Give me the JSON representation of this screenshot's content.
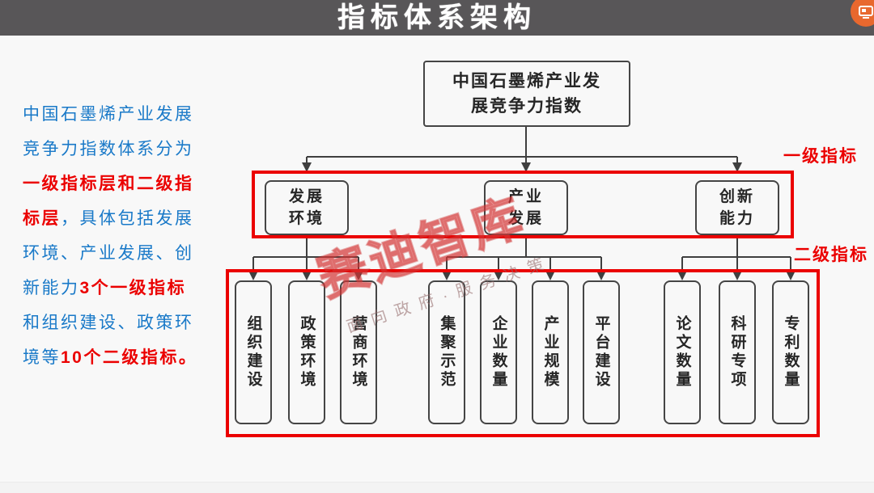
{
  "header": {
    "title": "指标体系架构",
    "logo_icon": "saidi-monitor-icon"
  },
  "colors": {
    "title_bar": "#585658",
    "background": "#f8f8f8",
    "accent_red": "#eb0000",
    "text_blue": "#1979c8",
    "box_border": "#454545",
    "logo_orange": "#e8682e"
  },
  "sidebar_text": {
    "segments": [
      {
        "text": "中国石墨烯产业发展竞争力指数体系分为",
        "emphasis": "blue"
      },
      {
        "text": "一级指标层和二级指标层",
        "emphasis": "red-bold"
      },
      {
        "text": "，具体包括发展环境、产业发展、创新能力",
        "emphasis": "blue"
      },
      {
        "text": "3个一级指标",
        "emphasis": "red-bold"
      },
      {
        "text": "和组织建设、政策环境等",
        "emphasis": "blue"
      },
      {
        "text": "10个二级指标。",
        "emphasis": "red-bold"
      }
    ]
  },
  "diagram": {
    "root": {
      "line1": "中国石墨烯产业发",
      "line2": "展竞争力指数"
    },
    "level1_label": "一级指标",
    "level2_label": "二级指标",
    "level1": [
      {
        "line1": "发展",
        "line2": "环境"
      },
      {
        "line1": "产业",
        "line2": "发展"
      },
      {
        "line1": "创新",
        "line2": "能力"
      }
    ],
    "level2_groups": [
      {
        "parent": "发展环境",
        "items": [
          "组织建设",
          "政策环境",
          "营商环境"
        ]
      },
      {
        "parent": "产业发展",
        "items": [
          "集聚示范",
          "企业数量",
          "产业规模",
          "平台建设"
        ]
      },
      {
        "parent": "创新能力",
        "items": [
          "论文数量",
          "科研专项",
          "专利数量"
        ]
      }
    ]
  },
  "watermark": {
    "main": "赛迪智库",
    "sub": "面向政府·服务决策"
  }
}
